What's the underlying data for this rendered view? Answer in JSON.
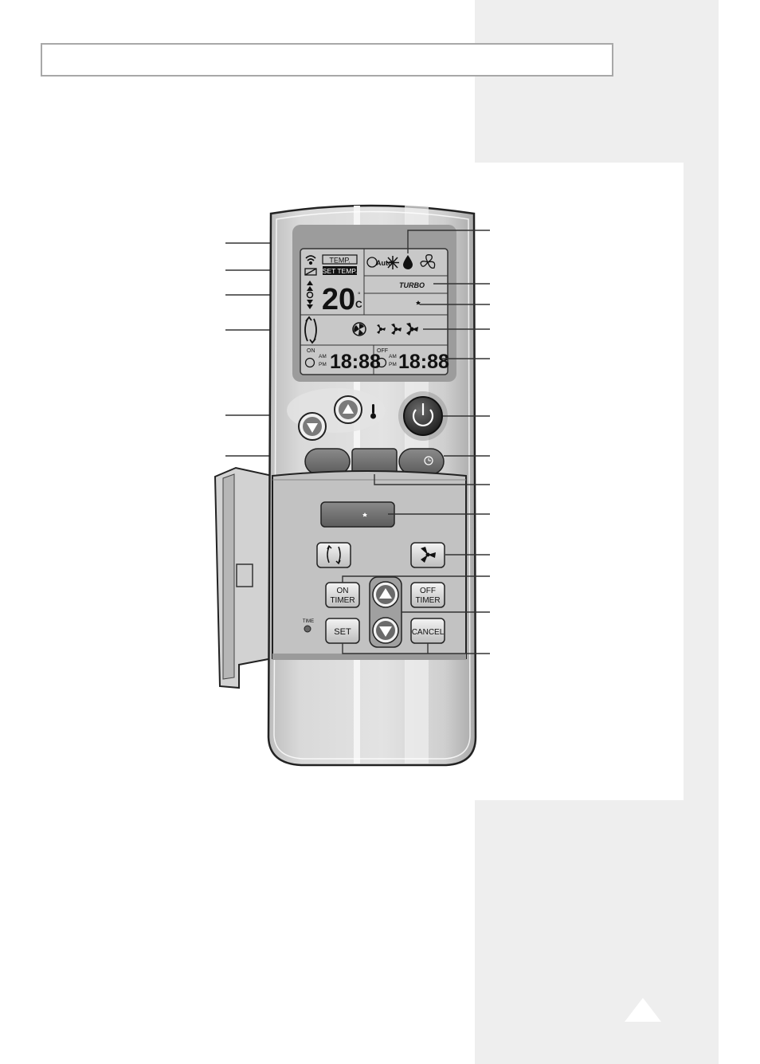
{
  "page": {
    "title_box_text": ""
  },
  "display": {
    "temp_label": "TEMP.",
    "set_temp_label": "SET TEMP.",
    "temp_value": "20",
    "degree": "°",
    "unit": "C",
    "mode_auto": "Auto",
    "turbo": "TURBO",
    "on_label": "ON",
    "off_label": "OFF",
    "am": "AM",
    "pm": "PM",
    "on_time": "18:88",
    "off_time": "18:88"
  },
  "keypad": {
    "on_timer_line1": "ON",
    "on_timer_line2": "TIMER",
    "off_timer_line1": "OFF",
    "off_timer_line2": "TIMER",
    "set": "SET",
    "cancel": "CANCEL",
    "time": "TIME"
  },
  "colors": {
    "sidebar": "#eeeeee",
    "remote_body": "#d4d4d4",
    "lcd": "#c6c6c6",
    "button_dark": "#6f6f6f",
    "power_button": "#3a3a3a"
  },
  "icons": [
    "signal-icon",
    "battery-icon",
    "fan-speed-icon",
    "swing-icon",
    "thermometer-icon",
    "power-icon",
    "timer-icon",
    "sleep-icon",
    "cool-icon",
    "dry-icon",
    "fan-icon",
    "clock-icon",
    "up-arrow-icon",
    "down-arrow-icon"
  ]
}
